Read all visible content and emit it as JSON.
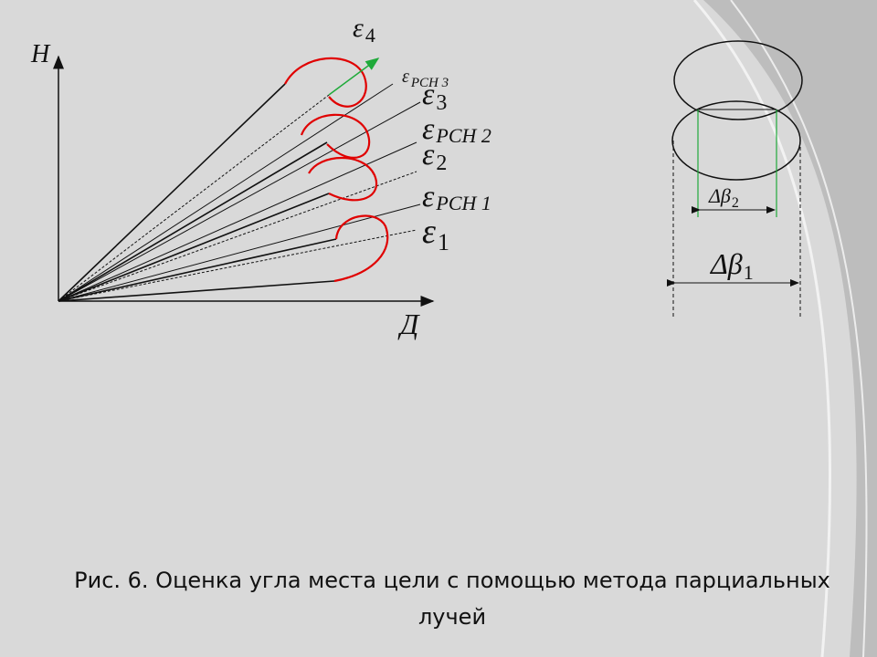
{
  "diagram": {
    "axis_labels": {
      "vertical": "H",
      "horizontal": "Д"
    },
    "beams": [
      {
        "symbol": "ε",
        "index": "4"
      },
      {
        "symbol": "ε",
        "index": "PCH 3"
      },
      {
        "symbol": "ε",
        "index": "3"
      },
      {
        "symbol": "ε",
        "index": "PCH 2"
      },
      {
        "symbol": "ε",
        "index": "2"
      },
      {
        "symbol": "ε",
        "index": "PCH 1"
      },
      {
        "symbol": "ε",
        "index": "1"
      }
    ],
    "widths": [
      {
        "symbol": "Δβ",
        "index": "2"
      },
      {
        "symbol": "Δβ",
        "index": "1"
      }
    ],
    "colors": {
      "lobe": "#e00000",
      "arrow": "#1faa3a",
      "lines": "#111111",
      "background": "#d9d9d9"
    }
  },
  "caption": {
    "line1": "Рис. 6. Оценка угла места цели с помощью метода парциальных",
    "line2": "лучей"
  }
}
